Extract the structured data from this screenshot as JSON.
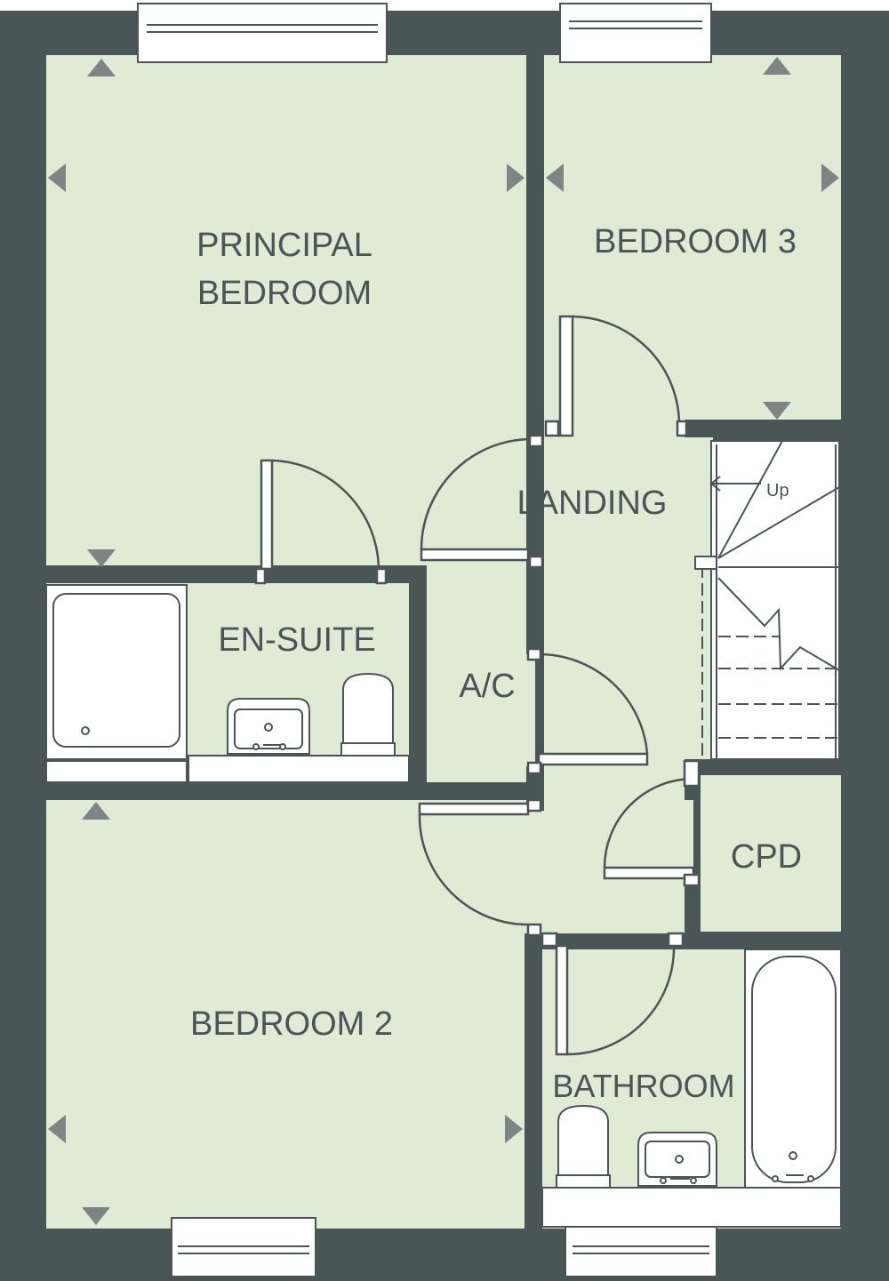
{
  "colors": {
    "wall": "#4a5656",
    "floor": "#dfebd4",
    "fixture": "#ffffff",
    "line": "#4a5656",
    "arrow": "#7d8585"
  },
  "rooms": {
    "principal_bedroom": {
      "line1": "PRINCIPAL",
      "line2": "BEDROOM"
    },
    "bedroom_3": "BEDROOM 3",
    "landing": "LANDING",
    "en_suite": "EN-SUITE",
    "airing_cupboard": "A/C",
    "cupboard": "CPD",
    "bedroom_2": "BEDROOM 2",
    "bathroom": "BATHROOM"
  },
  "stairs": {
    "direction_label": "Up"
  }
}
